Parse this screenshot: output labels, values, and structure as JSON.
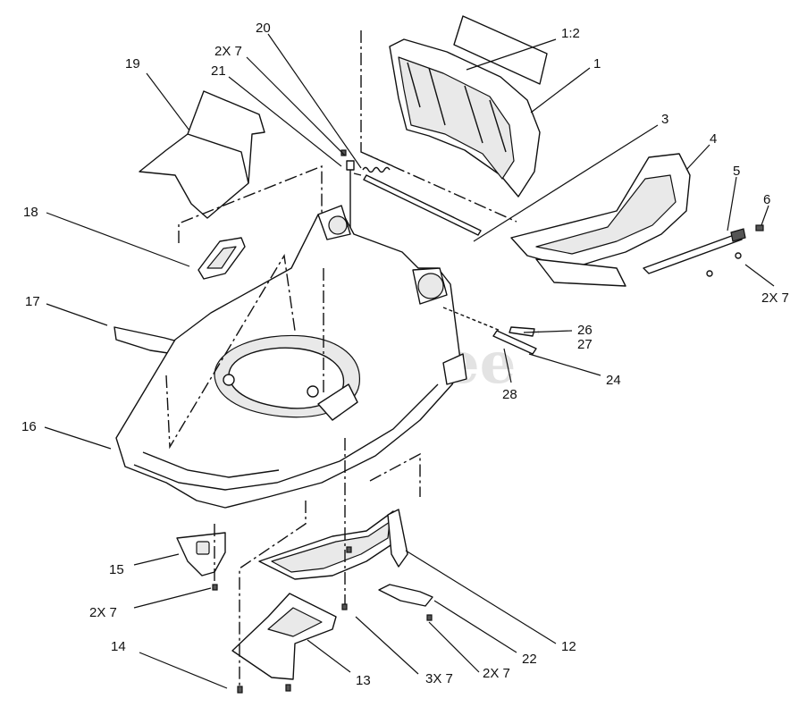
{
  "watermark": {
    "text": "PartsTree",
    "mark": "™"
  },
  "callouts": [
    {
      "id": "c-1-2",
      "text": "1:2"
    },
    {
      "id": "c-1",
      "text": "1"
    },
    {
      "id": "c-20",
      "text": "20"
    },
    {
      "id": "c-2x7-a",
      "text": "2X 7"
    },
    {
      "id": "c-21",
      "text": "21"
    },
    {
      "id": "c-19",
      "text": "19"
    },
    {
      "id": "c-3",
      "text": "3"
    },
    {
      "id": "c-4",
      "text": "4"
    },
    {
      "id": "c-5",
      "text": "5"
    },
    {
      "id": "c-6",
      "text": "6"
    },
    {
      "id": "c-2x7-b",
      "text": "2X 7"
    },
    {
      "id": "c-18",
      "text": "18"
    },
    {
      "id": "c-17",
      "text": "17"
    },
    {
      "id": "c-26",
      "text": "26"
    },
    {
      "id": "c-27",
      "text": "27"
    },
    {
      "id": "c-24",
      "text": "24"
    },
    {
      "id": "c-28",
      "text": "28"
    },
    {
      "id": "c-16",
      "text": "16"
    },
    {
      "id": "c-15",
      "text": "15"
    },
    {
      "id": "c-2x7-c",
      "text": "2X 7"
    },
    {
      "id": "c-12",
      "text": "12"
    },
    {
      "id": "c-22",
      "text": "22"
    },
    {
      "id": "c-14",
      "text": "14"
    },
    {
      "id": "c-13",
      "text": "13"
    },
    {
      "id": "c-3x7",
      "text": "3X 7"
    },
    {
      "id": "c-2x7-d",
      "text": "2X 7"
    }
  ]
}
